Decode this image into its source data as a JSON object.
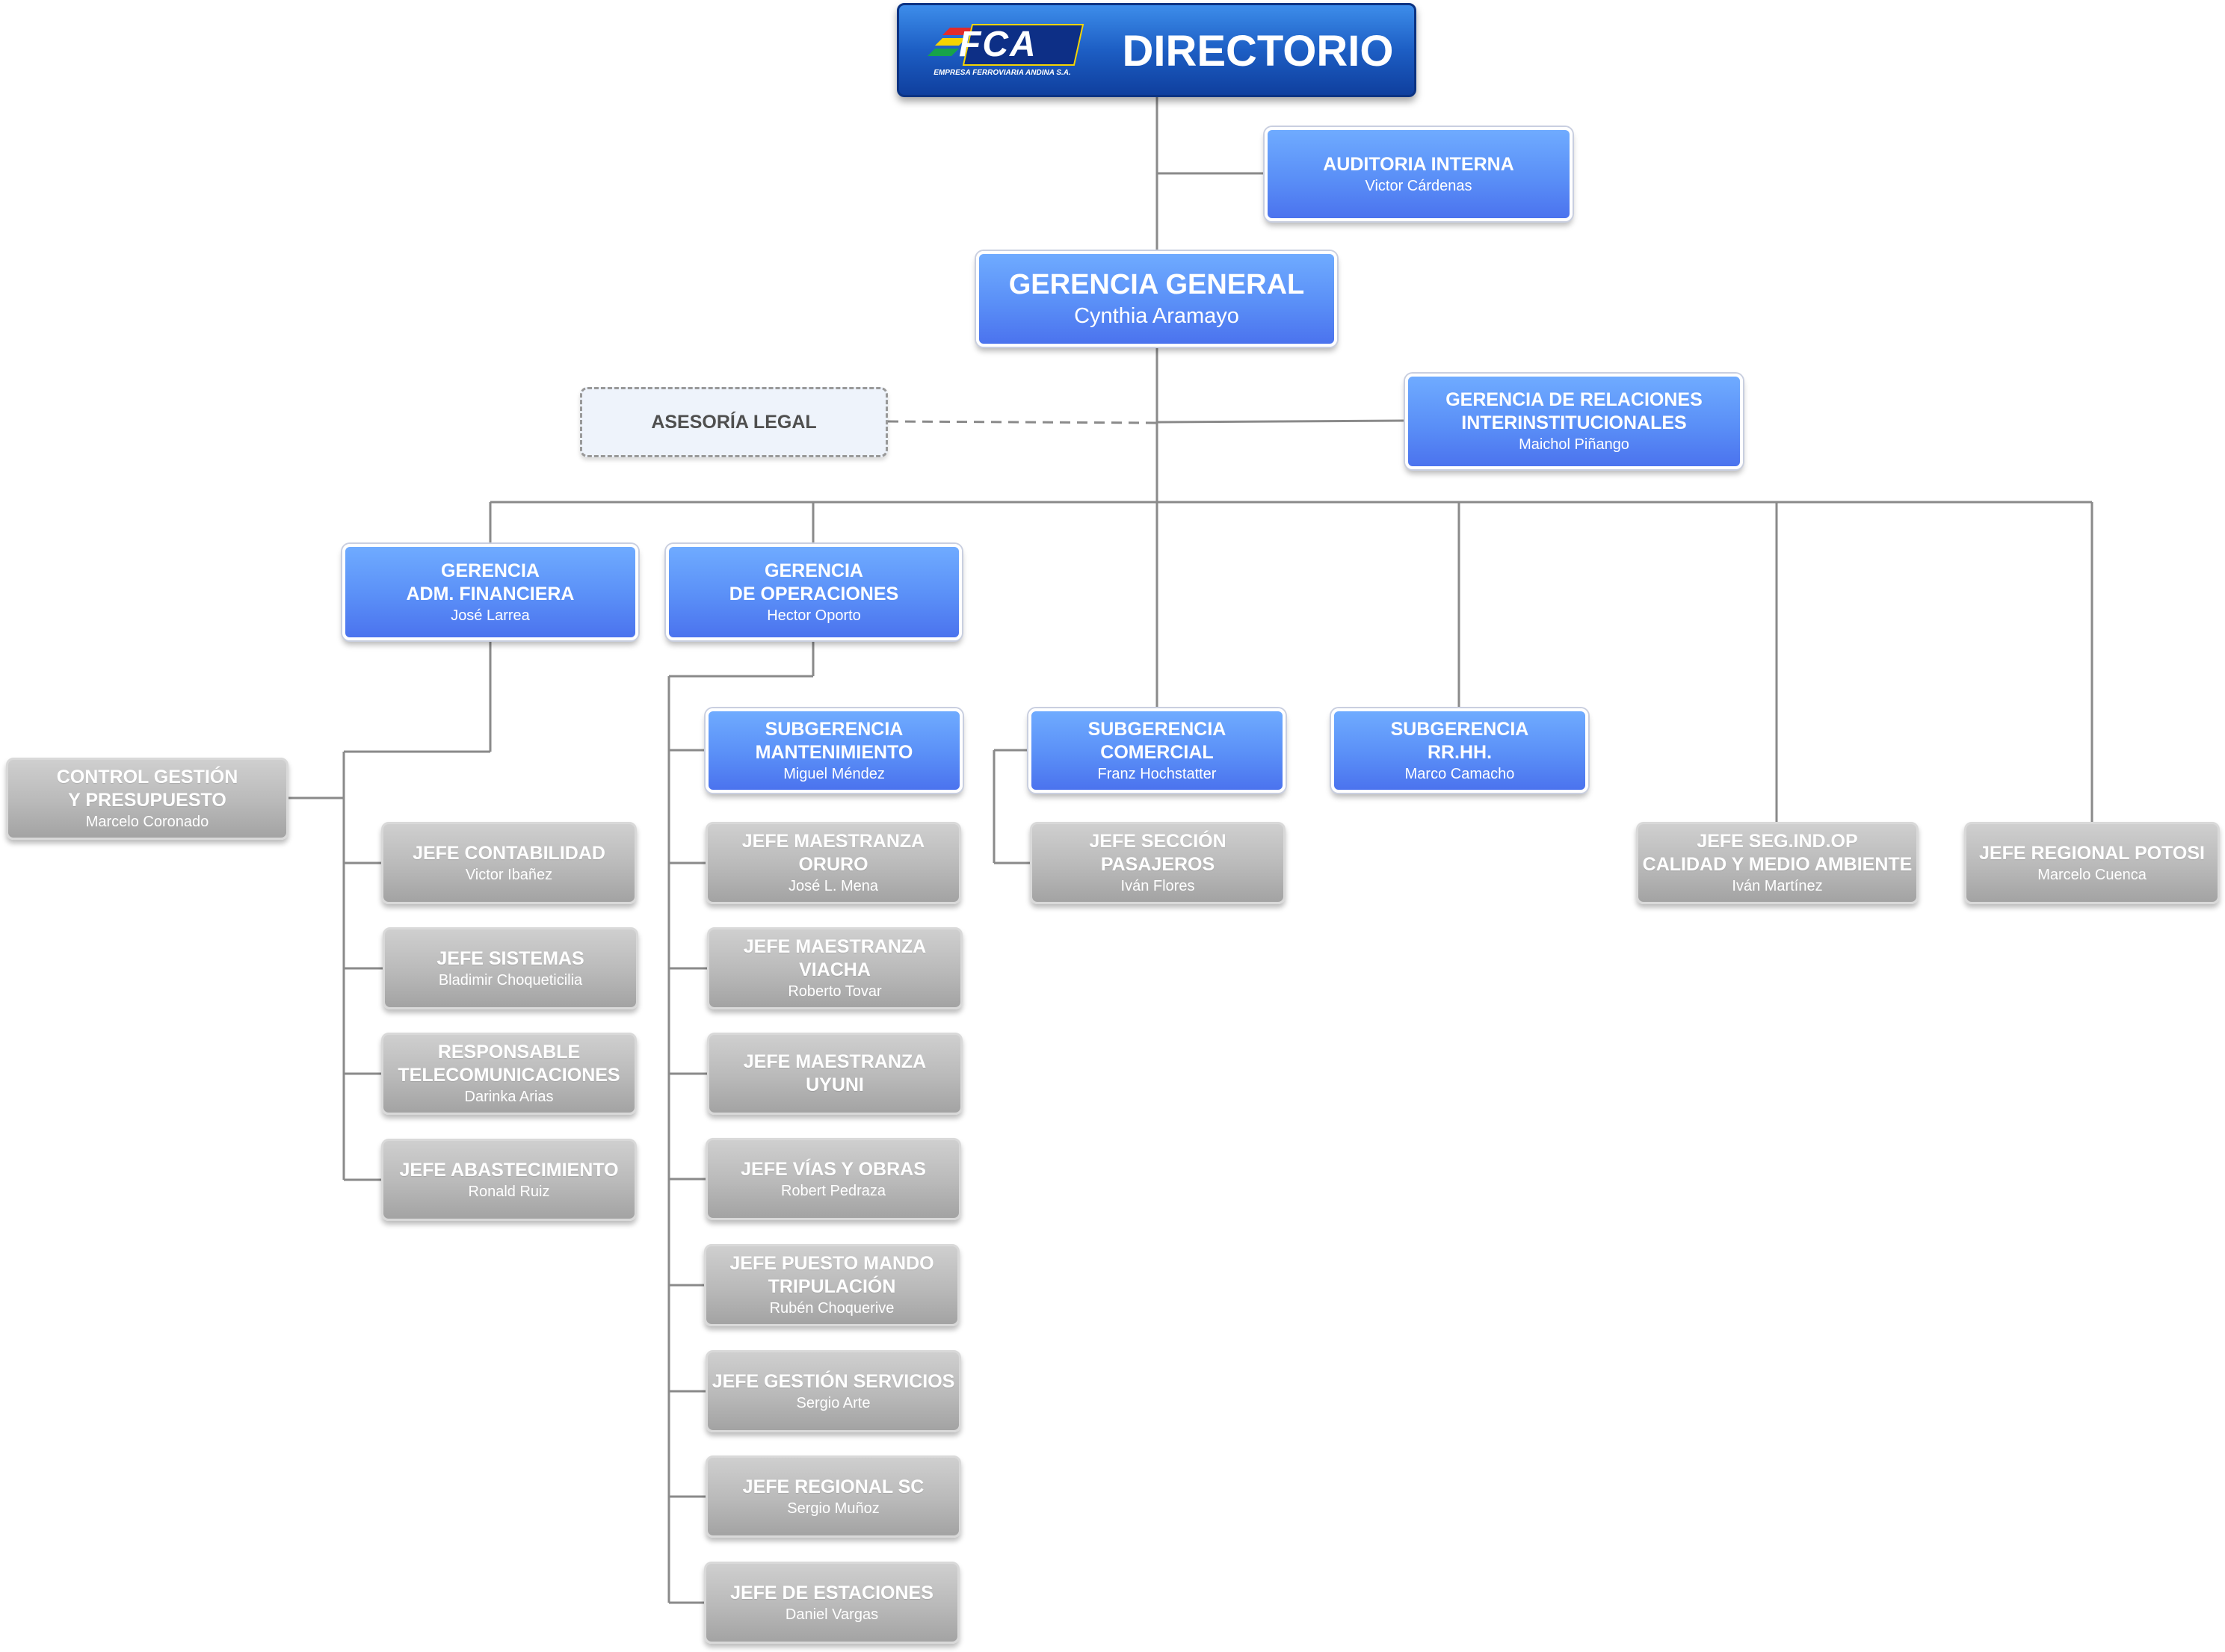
{
  "directorio": {
    "title": "DIRECTORIO",
    "logo_letters": "FCA",
    "logo_subtitle": "EMPRESA FERROVIARIA ANDINA S.A."
  },
  "auditoria": {
    "title": "AUDITORIA INTERNA",
    "name": "Victor Cárdenas"
  },
  "gerencia_general": {
    "title": "GERENCIA GENERAL",
    "name": "Cynthia Aramayo"
  },
  "asesoria_legal": {
    "title": "ASESORÍA LEGAL"
  },
  "gerencia_relaciones": {
    "title": "GERENCIA DE RELACIONES\nINTERINSTITUCIONALES",
    "name": "Maichol Piñango"
  },
  "gerencia_adm": {
    "title": "GERENCIA\nADM. FINANCIERA",
    "name": "José Larrea"
  },
  "gerencia_op": {
    "title": "GERENCIA\nDE OPERACIONES",
    "name": "Hector Oporto"
  },
  "sub_mantenimiento": {
    "title": "SUBGERENCIA\nMANTENIMIENTO",
    "name": "Miguel Méndez"
  },
  "sub_comercial": {
    "title": "SUBGERENCIA\nCOMERCIAL",
    "name": "Franz Hochstatter"
  },
  "sub_rrhh": {
    "title": "SUBGERENCIA\nRR.HH.",
    "name": "Marco Camacho"
  },
  "control_gestion": {
    "title": "CONTROL GESTIÓN\nY PRESUPUESTO",
    "name": "Marcelo Coronado"
  },
  "jefe_contabilidad": {
    "title": "JEFE CONTABILIDAD",
    "name": "Victor Ibañez"
  },
  "jefe_sistemas": {
    "title": "JEFE SISTEMAS",
    "name": "Bladimir Choqueticilia"
  },
  "resp_telecom": {
    "title": "RESPONSABLE\nTELECOMUNICACIONES",
    "name": "Darinka Arias"
  },
  "jefe_abastecimiento": {
    "title": "JEFE ABASTECIMIENTO",
    "name": "Ronald Ruiz"
  },
  "jefe_oruro": {
    "title": "JEFE MAESTRANZA\nORURO",
    "name": "José L. Mena"
  },
  "jefe_viacha": {
    "title": "JEFE MAESTRANZA\nVIACHA",
    "name": "Roberto Tovar"
  },
  "jefe_uyuni": {
    "title": "JEFE MAESTRANZA\nUYUNI",
    "name": ""
  },
  "jefe_vias": {
    "title": "JEFE VÍAS Y OBRAS",
    "name": "Robert Pedraza"
  },
  "jefe_puesto_mando": {
    "title": "JEFE PUESTO MANDO\nTRIPULACIÓN",
    "name": "Rubén Choquerive"
  },
  "jefe_gestion_servicios": {
    "title": "JEFE GESTIÓN SERVICIOS",
    "name": "Sergio Arte"
  },
  "jefe_regional_sc": {
    "title": "JEFE REGIONAL SC",
    "name": "Sergio Muñoz"
  },
  "jefe_estaciones": {
    "title": "JEFE DE ESTACIONES",
    "name": "Daniel Vargas"
  },
  "jefe_pasajeros": {
    "title": "JEFE SECCIÓN\nPASAJEROS",
    "name": "Iván Flores"
  },
  "jefe_seg": {
    "title": "JEFE SEG.IND.OP\nCALIDAD Y MEDIO AMBIENTE",
    "name": "Iván Martínez"
  },
  "jefe_potosi": {
    "title": "JEFE REGIONAL POTOSI",
    "name": "Marcelo Cuenca"
  },
  "colors": {
    "blue_box": "#5a8ff7",
    "gray_box": "#b9b9b9",
    "directorio": "#1d5ec4",
    "connector": "#8a8a8a"
  }
}
